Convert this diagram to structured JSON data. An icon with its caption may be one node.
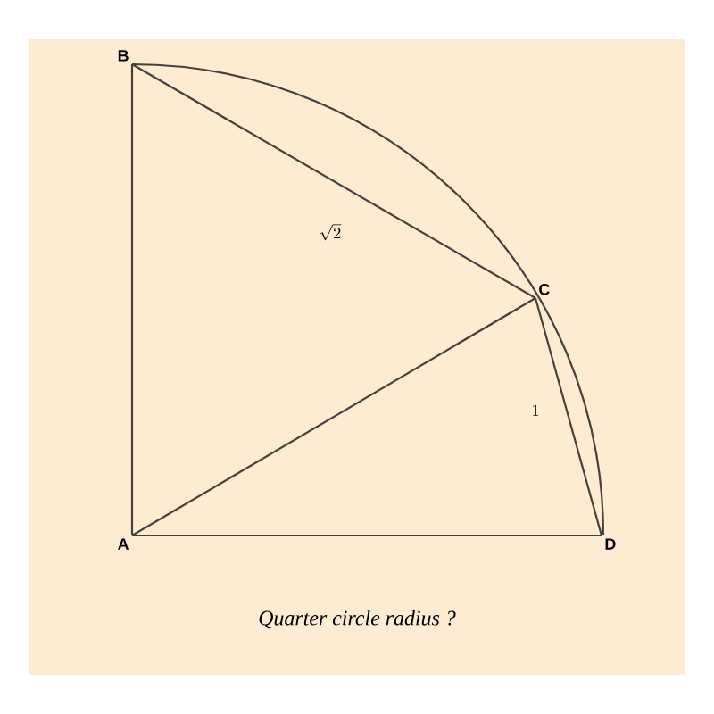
{
  "diagram": {
    "caption": "Quarter circle radius ?",
    "nodes": [
      {
        "text": [
          "A"
        ]
      },
      {
        "text": [
          "B"
        ]
      },
      {
        "text": [
          "C"
        ]
      },
      {
        "text": [
          "D"
        ]
      }
    ],
    "edges": [
      {
        "from": 0,
        "to": 1,
        "arrow": "none"
      },
      {
        "from": 1,
        "to": 2,
        "arrow": "none",
        "label": "\\sqrt{2}"
      },
      {
        "from": 0,
        "to": 2,
        "arrow": "none"
      },
      {
        "from": 2,
        "to": 3,
        "arrow": "none",
        "label": "1"
      },
      {
        "from": 0,
        "to": 3,
        "arrow": "none"
      },
      {
        "from": 1,
        "to": 3,
        "arrow": "none"
      }
    ]
  }
}
